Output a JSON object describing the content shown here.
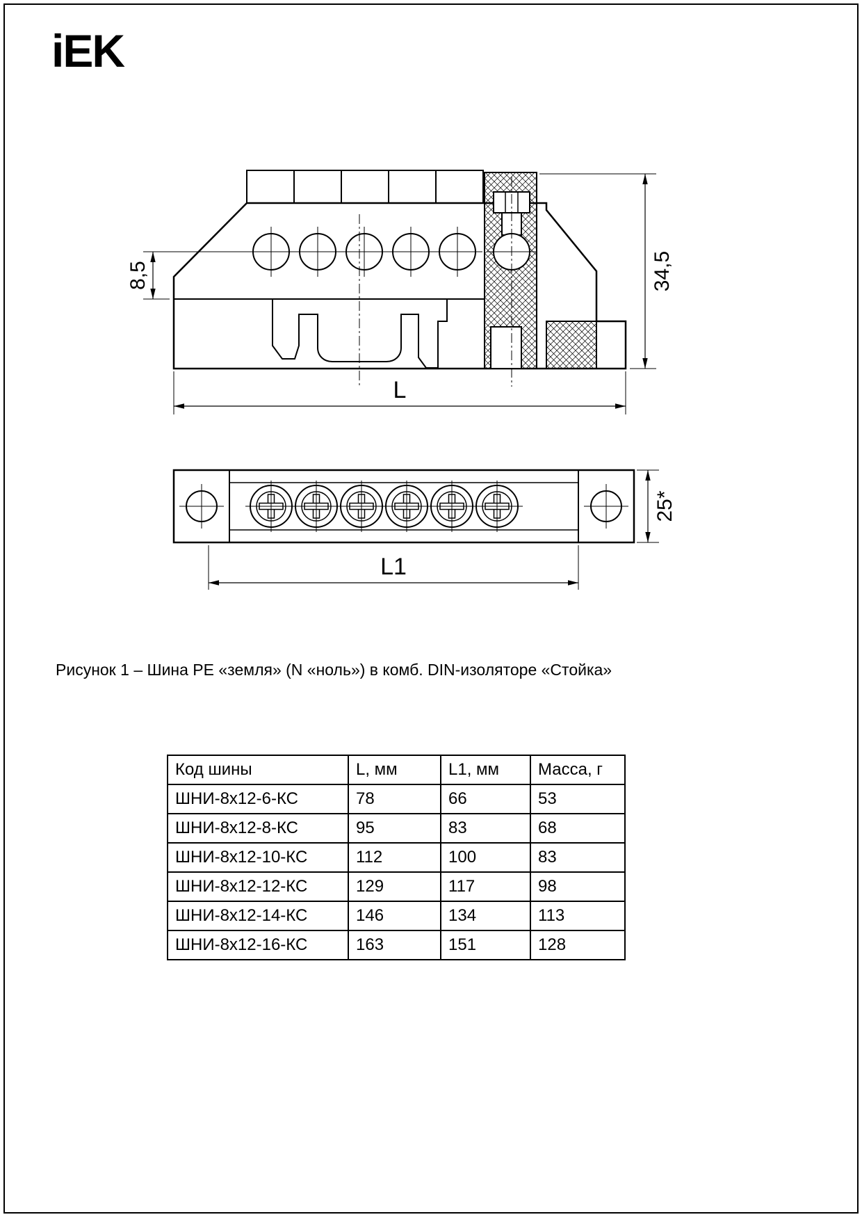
{
  "logo": {
    "text": "iEK"
  },
  "figure": {
    "caption": "Рисунок 1 – Шина PE «земля» (N «ноль») в комб. DIN-изоляторе «Стойка»"
  },
  "drawing": {
    "dims": {
      "hole_offset": "8,5",
      "height": "34,5",
      "length": "L",
      "length_inner": "L1",
      "width": "25*"
    }
  },
  "table": {
    "headers": [
      "Код шины",
      "L, мм",
      "L1, мм",
      "Масса, г"
    ],
    "rows": [
      {
        "code": "ШНИ-8х12-6-КС",
        "L": "78",
        "L1": "66",
        "mass": "53"
      },
      {
        "code": "ШНИ-8х12-8-КС",
        "L": "95",
        "L1": "83",
        "mass": "68"
      },
      {
        "code": "ШНИ-8х12-10-КС",
        "L": "112",
        "L1": "100",
        "mass": "83"
      },
      {
        "code": "ШНИ-8х12-12-КС",
        "L": "129",
        "L1": "117",
        "mass": "98"
      },
      {
        "code": "ШНИ-8х12-14-КС",
        "L": "146",
        "L1": "134",
        "mass": "113"
      },
      {
        "code": "ШНИ-8х12-16-КС",
        "L": "163",
        "L1": "151",
        "mass": "128"
      }
    ]
  }
}
